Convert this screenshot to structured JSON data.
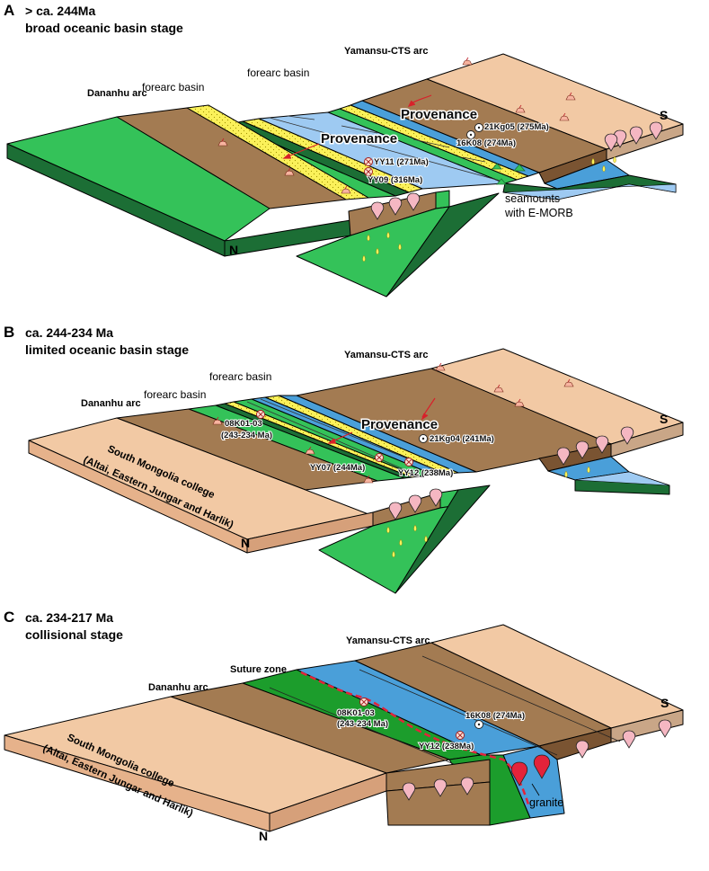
{
  "panels": [
    {
      "letter": "A",
      "age": "> ca. 244Ma",
      "stage": "broad oceanic basin stage",
      "arc_north": "Dananhu arc",
      "arc_south": "Yamansu-CTS arc",
      "basin_1": "forearc basin",
      "basin_2": "forearc basin",
      "provenance_1": "Provenance",
      "provenance_2": "Provenance",
      "samples": [
        "YY11 (271Ma)",
        "YY09 (316Ma)",
        "21Kg05 (275Ma)",
        "16K08 (274Ma)"
      ],
      "seamount_line1": "seamounts",
      "seamount_line2": "with E-MORB",
      "north": "N",
      "south": "S"
    },
    {
      "letter": "B",
      "age": "ca. 244-234 Ma",
      "stage": "limited oceanic basin stage",
      "arc_north": "Dananhu arc",
      "arc_south": "Yamansu-CTS arc",
      "basin_1": "forearc basin",
      "basin_2": "forearc basin",
      "provenance_1": "Provenance",
      "samples": [
        "08K01-03",
        "(243-234 Ma)",
        "21Kg04 (241Ma)",
        "YY07 (244Ma)",
        "YY12 (238Ma)"
      ],
      "college_line1": "South Mongolia college",
      "college_line2": "(Altai, Eastern Jungar and Harlik)",
      "north": "N",
      "south": "S"
    },
    {
      "letter": "C",
      "age": "ca. 234-217 Ma",
      "stage": "collisional stage",
      "arc_north": "Dananhu arc",
      "arc_south": "Yamansu-CTS arc",
      "suture": "Suture zone",
      "samples": [
        "08K01-03",
        "(243-234 Ma)",
        "16K08 (274Ma)",
        "YY12 (238Ma)"
      ],
      "college_line1": "South Mongolia college",
      "college_line2": "(Altai, Eastern Jungar and Harlik)",
      "granite": "granite",
      "north": "N",
      "south": "S"
    }
  ],
  "colors": {
    "brown": "#a37b52",
    "dark_brown": "#7a5432",
    "green": "#34c259",
    "dark_green": "#1c6e35",
    "light_blue": "#9ecaf2",
    "blue": "#4a9fd9",
    "yellow": "#fbf15a",
    "tan": "#f2c9a4",
    "pink": "#f5b7c2",
    "red": "#e3233a"
  }
}
